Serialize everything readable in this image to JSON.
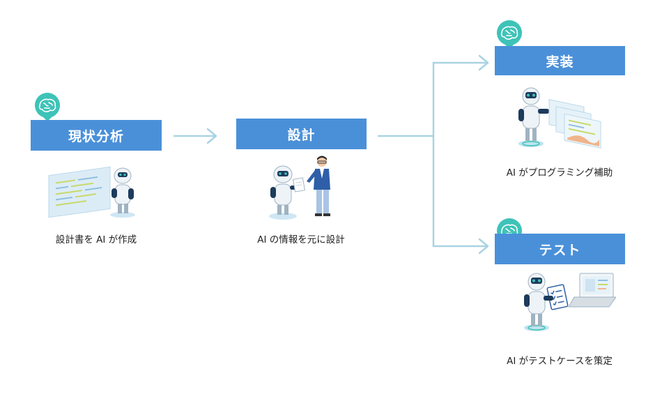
{
  "stages": [
    {
      "label": "現状分析",
      "caption": "設計書を AI が作成"
    },
    {
      "label": "設計",
      "caption": "AI の情報を元に設計"
    },
    {
      "label": "実装",
      "caption": "AI がプログラミング補助"
    },
    {
      "label": "テスト",
      "caption": "AI がテストケースを策定"
    }
  ],
  "colors": {
    "stage_box": "#4a90d9",
    "badge": "#3ec3b8",
    "arrow": "#a9d3e3"
  },
  "icons": {
    "badge": "brain-icon",
    "stage1": "robot-with-document-icon",
    "stage2": "robot-and-person-icon",
    "stage3": "robot-with-code-screens-icon",
    "stage4": "robot-with-checklist-icon"
  }
}
